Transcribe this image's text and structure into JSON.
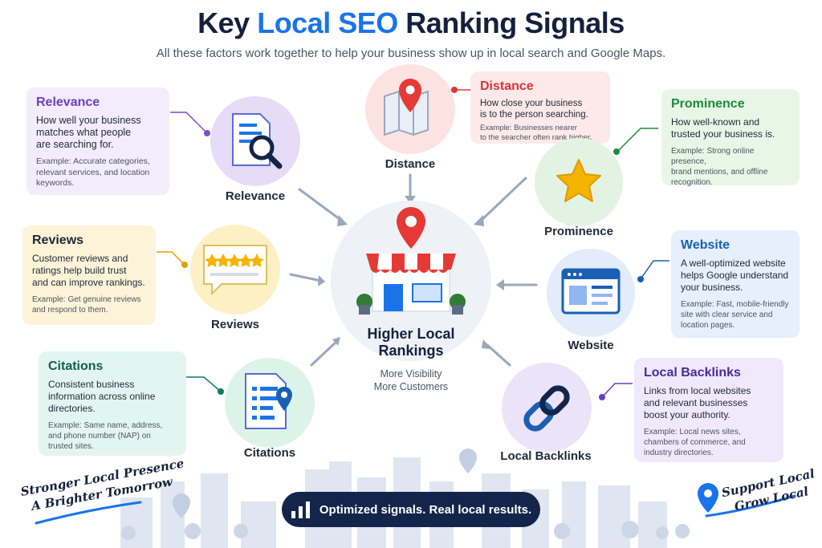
{
  "header": {
    "title_pre": "Key ",
    "title_accent": "Local SEO",
    "title_post": " Ranking Signals",
    "subtitle": "All these factors work together to help your business show up in local search and Google Maps."
  },
  "center": {
    "title_line1": "Higher Local",
    "title_line2": "Rankings",
    "sub_line1": "More Visibility",
    "sub_line2": "More Customers"
  },
  "signals": {
    "relevance": {
      "label": "Relevance",
      "card_title": "Relevance",
      "desc": [
        "How well your business",
        "matches what people",
        "are searching for."
      ],
      "example": [
        "Example: Accurate categories,",
        "relevant services, and location",
        "keywords."
      ],
      "color": "#6b3fbf"
    },
    "distance": {
      "label": "Distance",
      "card_title": "Distance",
      "desc": [
        "How close your business",
        "is to the person searching."
      ],
      "example": [
        "Example: Businesses nearer",
        "to the searcher often rank higher."
      ],
      "color": "#d93636"
    },
    "prominence": {
      "label": "Prominence",
      "card_title": "Prominence",
      "desc": [
        "How well-known and",
        "trusted your business is."
      ],
      "example": [
        "Example: Strong online presence,",
        "brand mentions, and offline",
        "recognition."
      ],
      "color": "#1e8a3c"
    },
    "reviews": {
      "label": "Reviews",
      "card_title": "Reviews",
      "desc": [
        "Customer reviews and",
        "ratings help build trust",
        "and can improve rankings."
      ],
      "example": [
        "Example: Get genuine reviews",
        "and respond to them."
      ],
      "color": "#1f2937"
    },
    "website": {
      "label": "Website",
      "card_title": "Website",
      "desc": [
        "A well-optimized website",
        "helps Google understand",
        "your business."
      ],
      "example": [
        "Example: Fast, mobile-friendly",
        "site with clear service and",
        "location pages."
      ],
      "color": "#1a5fb4"
    },
    "citations": {
      "label": "Citations",
      "card_title": "Citations",
      "desc": [
        "Consistent business",
        "information across online",
        "directories."
      ],
      "example": [
        "Example: Same name, address,",
        "and phone number (NAP) on",
        "trusted sites."
      ],
      "color": "#0f5f4f"
    },
    "backlinks": {
      "label": "Local Backlinks",
      "card_title": "Local Backlinks",
      "desc": [
        "Links from local websites",
        "and relevant businesses",
        "boost your authority."
      ],
      "example": [
        "Example: Local news sites,",
        "chambers of commerce, and",
        "industry directories."
      ],
      "color": "#4b2a9a"
    }
  },
  "footer": {
    "pill_text": "Optimized signals. Real local results.",
    "left_script": [
      "Stronger Local Presence",
      "A Brighter Tomorrow"
    ],
    "right_script": [
      "Support Local",
      "Grow Local"
    ]
  },
  "colors": {
    "navy": "#14213d",
    "accent": "#1a73e8",
    "pin_red": "#e53935",
    "star_gold": "#f5b400"
  },
  "icons": {
    "distance": "map-pin-icon",
    "relevance": "document-search-icon",
    "prominence": "star-icon",
    "reviews": "review-stars-icon",
    "website": "browser-window-icon",
    "citations": "directory-list-icon",
    "backlinks": "chain-link-icon",
    "center": "storefront-icon"
  }
}
